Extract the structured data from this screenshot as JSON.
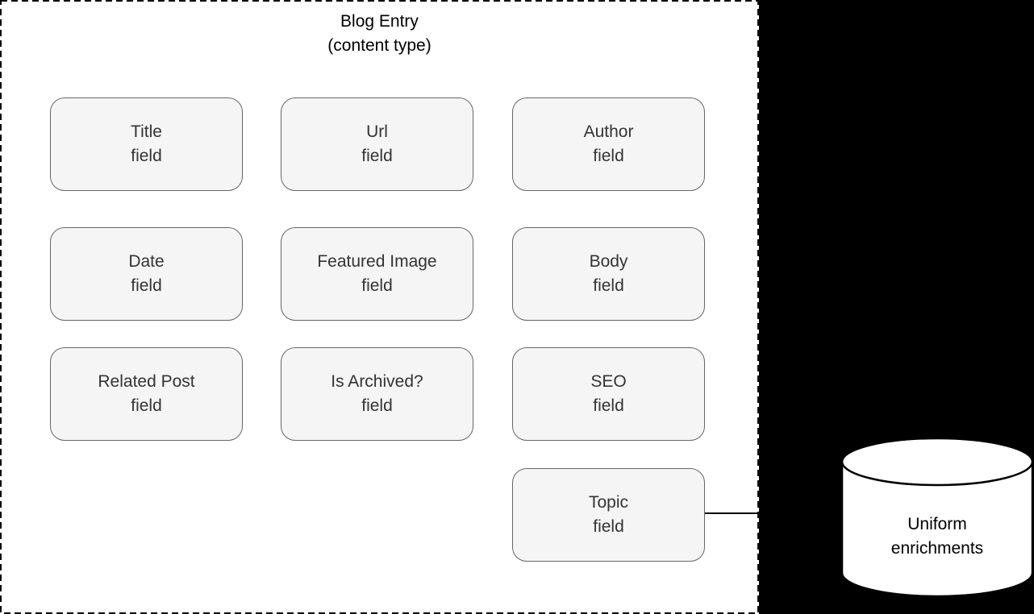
{
  "title": {
    "line1": "Blog Entry",
    "line2": "(content type)"
  },
  "fields": [
    {
      "name": "Title",
      "kind": "field"
    },
    {
      "name": "Url",
      "kind": "field"
    },
    {
      "name": "Author",
      "kind": "field"
    },
    {
      "name": "Date",
      "kind": "field"
    },
    {
      "name": "Featured Image",
      "kind": "field"
    },
    {
      "name": "Body",
      "kind": "field"
    },
    {
      "name": "Related Post",
      "kind": "field"
    },
    {
      "name": "Is Archived?",
      "kind": "field"
    },
    {
      "name": "SEO",
      "kind": "field"
    },
    {
      "name": "Topic",
      "kind": "field"
    }
  ],
  "database": {
    "line1": "Uniform",
    "line2": "enrichments"
  },
  "colors": {
    "canvas_bg": "#000000",
    "panel_bg": "#FFFFFF",
    "box_fill": "#F5F5F5",
    "box_border": "#666666",
    "box_text": "#333333",
    "line_color": "#000000",
    "title_text": "#000000"
  }
}
